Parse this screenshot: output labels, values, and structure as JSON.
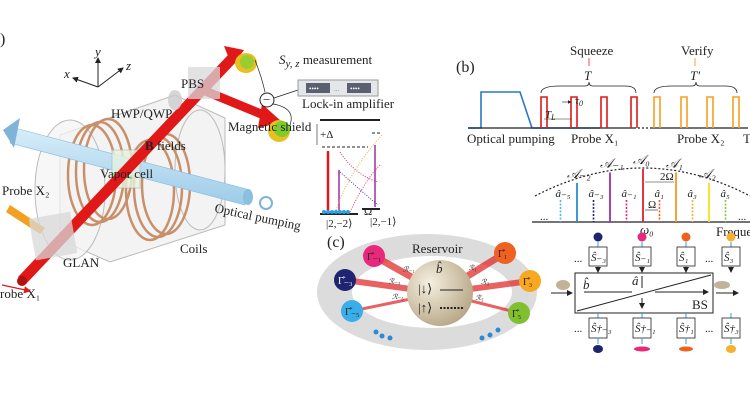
{
  "panel_a": {
    "label": ")",
    "axes": {
      "x": "x",
      "y": "y",
      "z": "z"
    },
    "measurement": "S",
    "measurement_sub": "y, z",
    "measurement_suffix": " measurement",
    "lockin": "Lock-in amplifier",
    "pbs": "PBS",
    "hwp": "HWP/QWP",
    "shield": "Magnetic shield",
    "bfields_bold": "B",
    "bfields": " fields",
    "vapor": "Vapor cell",
    "probe_x2": "Probe X₂",
    "optical_pumping": "Optical pumping",
    "coils": "Coils",
    "glan": "GLAN",
    "probe_x1": "robe X₁",
    "levels": {
      "delta": "+Δ",
      "omega": "Ω",
      "state1": "|2,−2⟩",
      "state2": "|2,−1⟩"
    },
    "minus": "−",
    "lockin_dots": "••••",
    "lockin_ellipsis": "..."
  },
  "panel_b": {
    "label": "(b)",
    "squeeze": "Squeeze",
    "verify": "Verify",
    "T": "T",
    "T_prime": "T'",
    "TL": "T",
    "TL_sub": "L",
    "tau0": "τ",
    "tau0_sub": "0",
    "optical_pumping": "Optical pumping",
    "probe_x1": "Probe X₁",
    "probe_x2": "Probe X₂",
    "trailing": "T",
    "modes": [
      {
        "name": "𝒜₋₂",
        "color": "#2a8fd0"
      },
      {
        "name": "𝒜₋₁",
        "color": "#9b2fa8"
      },
      {
        "name": "𝒜₀",
        "color": "#e0202a"
      },
      {
        "name": "𝒜₁",
        "color": "#f39a1e"
      },
      {
        "name": "𝒜₂",
        "color": "#f4e21a"
      }
    ],
    "sidebands": [
      {
        "name": "â₋₅",
        "color": "#4cb8e8"
      },
      {
        "name": "â₋₃",
        "color": "#1a237e"
      },
      {
        "name": "â₋₁",
        "color": "#e0287a"
      },
      {
        "name": "â₁",
        "color": "#f06020"
      },
      {
        "name": "â₃",
        "color": "#f8b030"
      },
      {
        "name": "â₅",
        "color": "#8cc63e"
      }
    ],
    "two_omega": "2Ω",
    "omega": "Ω",
    "omega0": "ω₀",
    "frequency": "Freque",
    "ellipsis": "..."
  },
  "panel_c": {
    "label": "(c)",
    "reservoir": "Reservoir",
    "b_hat": "b̂",
    "down": "|↓⟩",
    "up": "|↑⟩",
    "gammas": [
      {
        "name": "Γ̂₋₁",
        "color": "#e8287a",
        "r": "ℛ₋₁"
      },
      {
        "name": "Γ̂₋₃",
        "color": "#1e2470",
        "r": "ℛ₋₃"
      },
      {
        "name": "Γ̂₋₅",
        "color": "#3aaee8",
        "r": "ℛ₋₅"
      },
      {
        "name": "Γ̂₁",
        "color": "#f06020",
        "r": "ℛ₁"
      },
      {
        "name": "Γ̂₃",
        "color": "#f8a820",
        "r": "ℛ₃"
      },
      {
        "name": "Γ̂₅",
        "color": "#80c030",
        "r": "ℛ₅"
      }
    ],
    "bs": "BS",
    "a_hat": "â",
    "s_top": [
      "Ŝ₋₃",
      "Ŝ₋₁",
      "Ŝ₁",
      "Ŝ₃"
    ],
    "s_bottom": [
      "Ŝ†₋₃",
      "Ŝ†₋₁",
      "Ŝ†₁",
      "Ŝ†₃"
    ],
    "dot_colors": [
      "#1e2470",
      "#e8287a",
      "#f06020",
      "#f8b030"
    ],
    "ellipsis": "..."
  }
}
